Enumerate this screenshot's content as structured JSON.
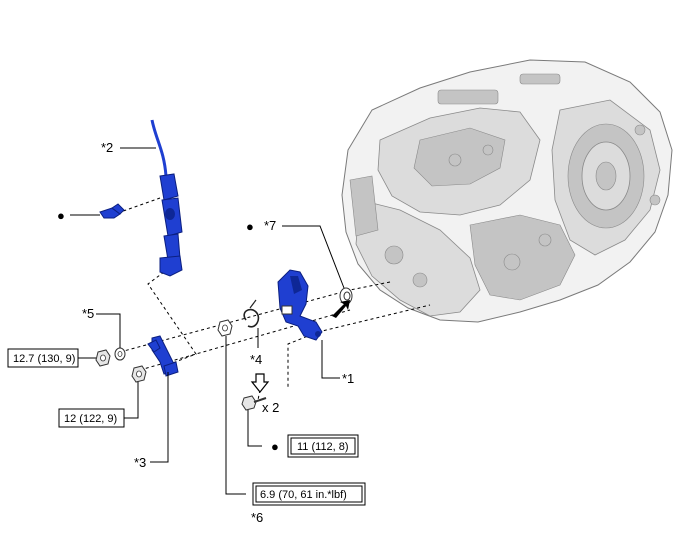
{
  "callouts": {
    "c1": "*1",
    "c2": "*2",
    "c3": "*3",
    "c4": "*4",
    "c5": "*5",
    "c6": "*6",
    "c7": "*7"
  },
  "quantity": {
    "bolt_qty": "x 2"
  },
  "torque": {
    "nut_12_7": "12.7 (130, 9)",
    "nut_12": "12 (122, 9)",
    "bolt_11": "11 (112, 8)",
    "nut_6_9": "6.9 (70, 61 in.*lbf)"
  },
  "symbols": {
    "non_reusable_dot": "●",
    "dot_icon_meaning": "non-reusable-part-mark",
    "arrow_icon": "hollow-down-arrow-icon",
    "blue_part_color": "#1f3fd1"
  }
}
